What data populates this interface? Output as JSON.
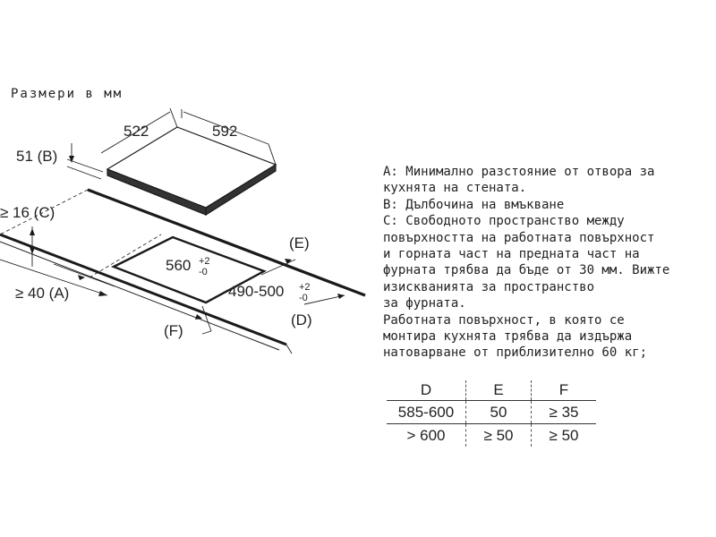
{
  "caption": "Размери в мм",
  "diagram": {
    "dim_depth": "522",
    "dim_width": "592",
    "label_b": "51 (B)",
    "label_c": "≥ 16 (C)",
    "label_a": "≥ 40 (A)",
    "cut_width": "560",
    "cut_width_tol_plus": "+2",
    "cut_width_tol_minus": "-0",
    "cut_depth": "490-500",
    "cut_depth_tol_plus": "+2",
    "cut_depth_tol_minus": "-0",
    "label_e": "(E)",
    "label_d": "(D)",
    "label_f": "(F)"
  },
  "notes": [
    "A: Минимално разстояние от отвора за",
    "кухнята на стената.",
    "B: Дълбочина на вмъкване",
    "C: Свободното пространство между",
    "повърхността на работната повърхност",
    "и горната част на предната част на",
    "фурната трябва да бъде от 30 мм. Вижте",
    "изискванията за пространство",
    "за фурната.",
    "Работната повърхност, в която се",
    "монтира кухнята трябва да издържа",
    "натоварване от приблизително 60 кг;"
  ],
  "table": {
    "headers": [
      "D",
      "E",
      "F"
    ],
    "rows": [
      [
        "585-600",
        "50",
        "≥ 35"
      ],
      [
        "> 600",
        "≥ 50",
        "≥ 50"
      ]
    ]
  }
}
